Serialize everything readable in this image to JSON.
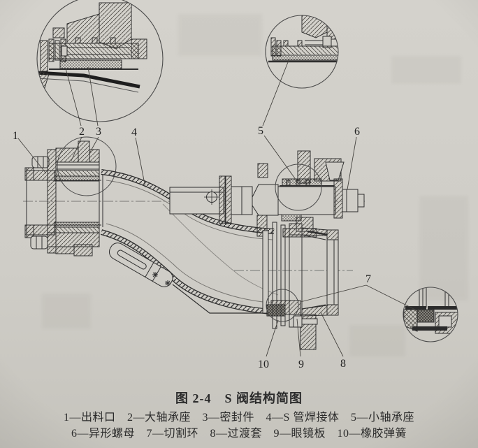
{
  "page": {
    "paper_color": "#cfcdc7",
    "ink_color": "#2f2f2f",
    "type": "scanned technical drawing"
  },
  "figure": {
    "title": "图 2-4　S 阀结构简图",
    "legend_line1": "1—出料口　2—大轴承座　3—密封件　4—S 管焊接体　5—小轴承座",
    "legend_line2": "6—异形螺母　7—切割环　8—过渡套　9—眼镜板　10—橡胶弹簧"
  },
  "parts": [
    {
      "num": "1",
      "name": "出料口"
    },
    {
      "num": "2",
      "name": "大轴承座"
    },
    {
      "num": "3",
      "name": "密封件"
    },
    {
      "num": "4",
      "name": "S管焊接体"
    },
    {
      "num": "5",
      "name": "小轴承座"
    },
    {
      "num": "6",
      "name": "异形螺母"
    },
    {
      "num": "7",
      "name": "切割环"
    },
    {
      "num": "8",
      "name": "过渡套"
    },
    {
      "num": "9",
      "name": "眼镜板"
    },
    {
      "num": "10",
      "name": "橡胶弹簧"
    }
  ]
}
